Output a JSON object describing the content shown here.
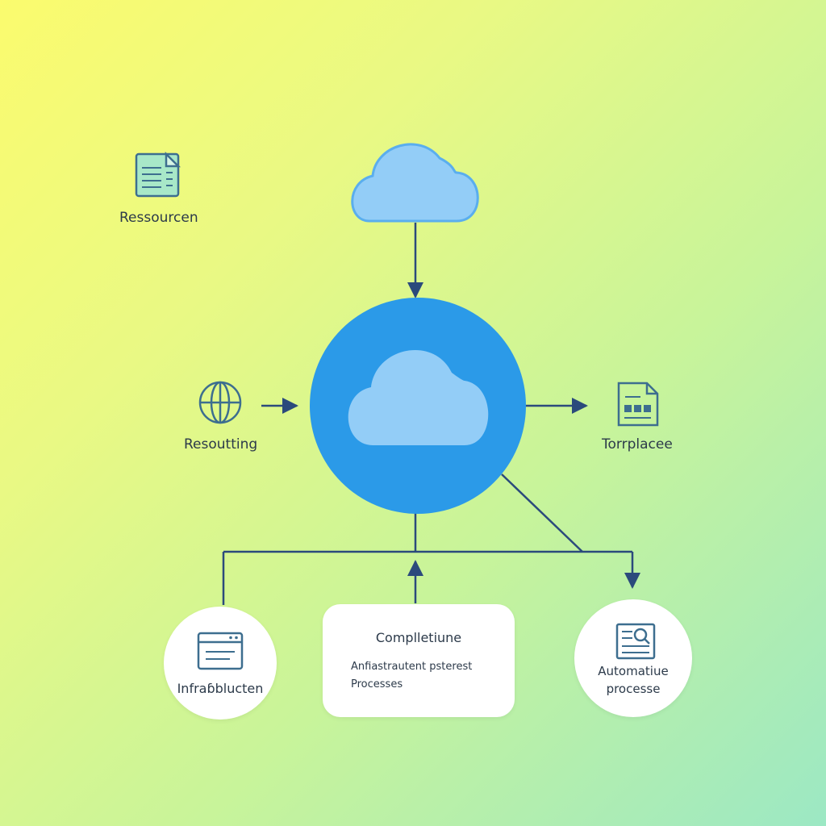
{
  "colors": {
    "line": "#2b4a7c",
    "hub": "#2b9ae8",
    "cloud_fill": "#93cdf7",
    "cloud_stroke": "#5aaeee",
    "icon_stroke": "#3d6e8f",
    "icon_fill": "#a8e8c8"
  },
  "nodes": {
    "cloud_top": {
      "icon": "cloud-icon"
    },
    "hub": {
      "icon": "cloud-icon"
    },
    "resources": {
      "label": "Ressourcen",
      "icon": "document-icon"
    },
    "routing": {
      "label": "Resoutting",
      "icon": "globe-icon"
    },
    "marketplace": {
      "label": "Torrplacee",
      "icon": "spreadsheet-icon"
    },
    "infrastructure": {
      "label": "Infraɓblucten",
      "icon": "browser-window-icon"
    },
    "compliance": {
      "title": "Complletiune",
      "line1": "Anfiastrautent psterest",
      "line2": "Processes"
    },
    "automation": {
      "line1": "Automatiue",
      "line2": "processe",
      "icon": "report-search-icon"
    }
  }
}
